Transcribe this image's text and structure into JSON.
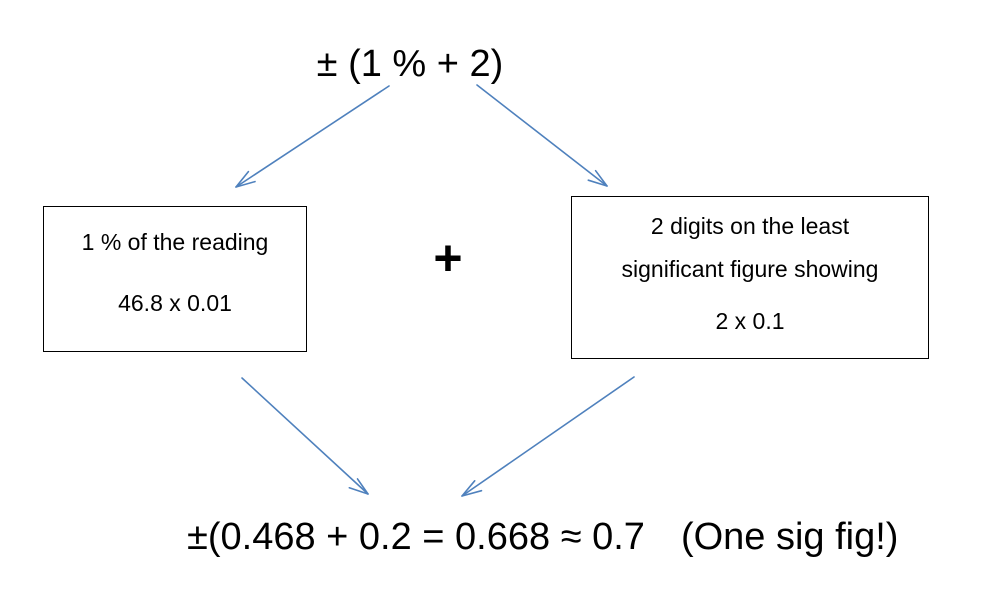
{
  "diagram": {
    "top_formula": "± (1 % + 2)",
    "left_box": {
      "line1": "1 % of the reading",
      "line2": "46.8 x 0.01"
    },
    "plus_sign": "+",
    "right_box": {
      "line1": "2 digits on the least",
      "line2": "significant figure showing",
      "line3": "2 x 0.1"
    },
    "result": {
      "equation": "±(0.468 + 0.2 = 0.668 ≈ 0.7",
      "note": "(One sig fig!)"
    },
    "arrow_color": "#4f81bd"
  }
}
